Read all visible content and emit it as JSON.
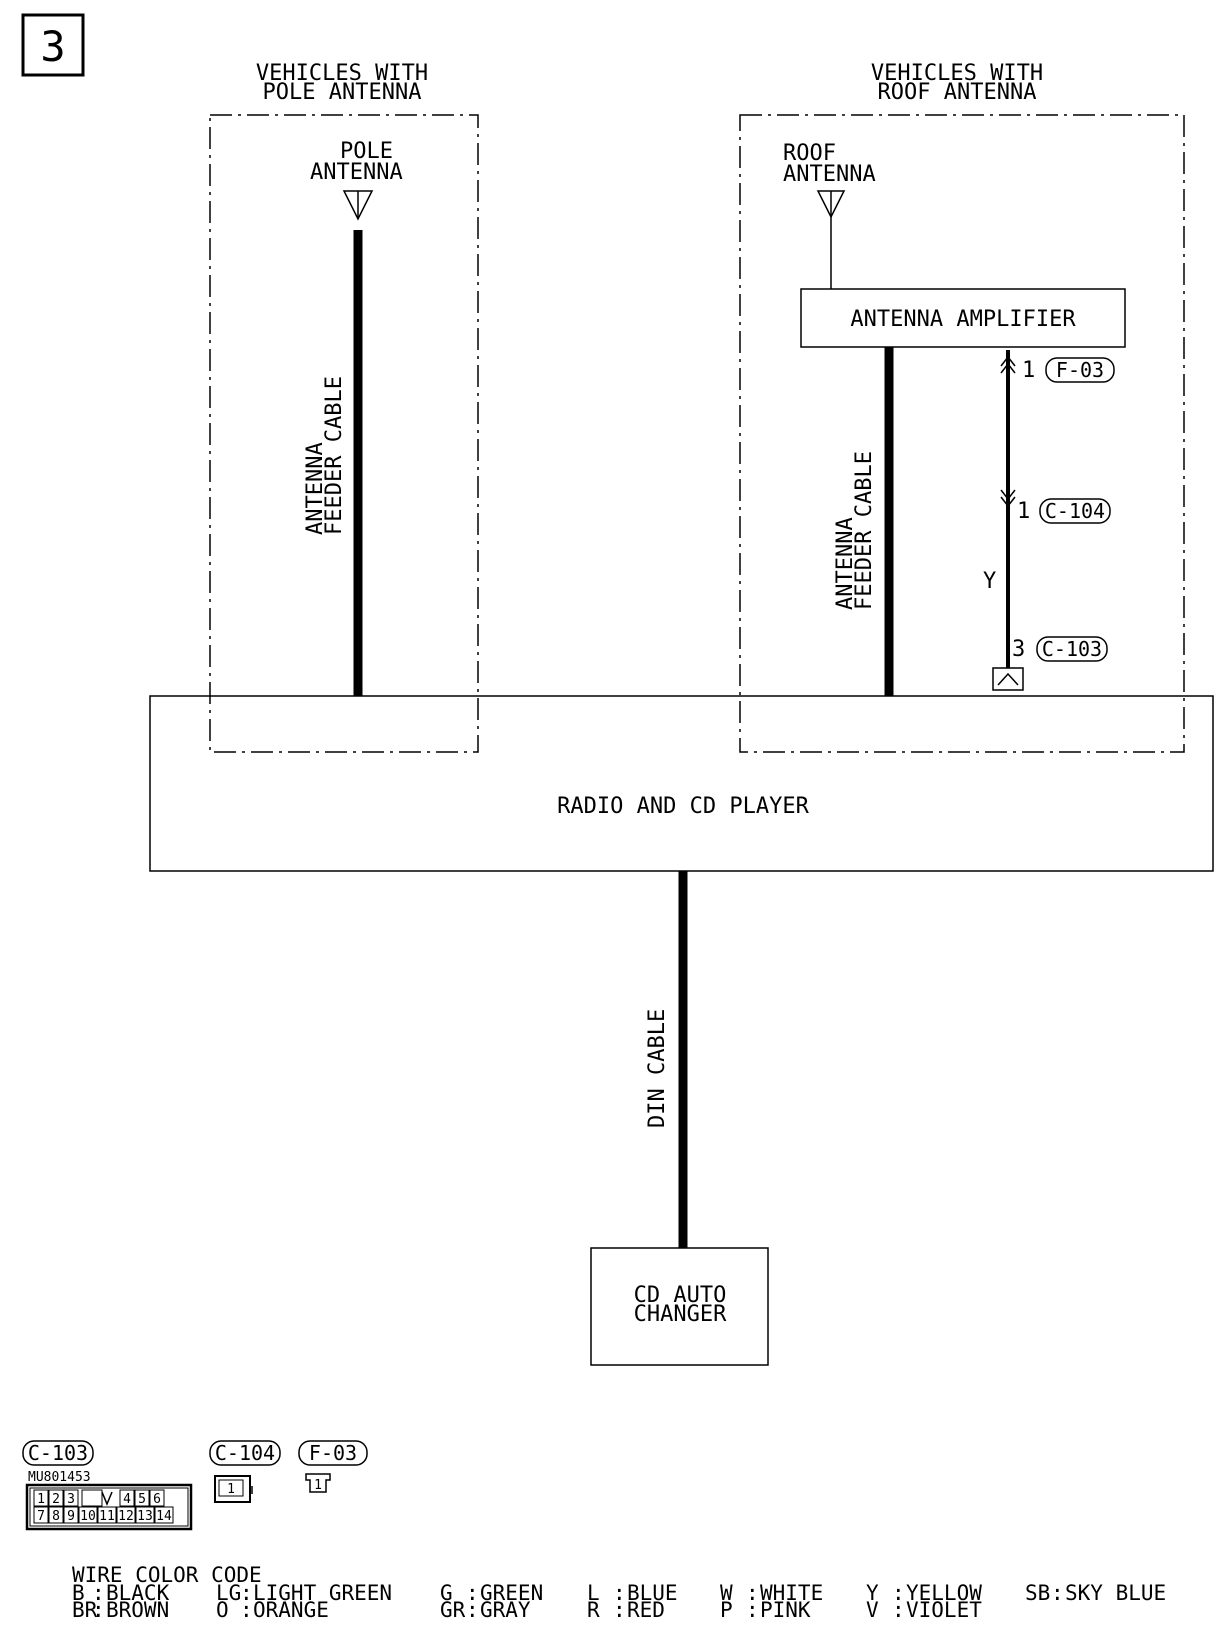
{
  "page_number": "3",
  "variants": {
    "pole": {
      "line1": "VEHICLES WITH",
      "line2": "POLE ANTENNA"
    },
    "roof": {
      "line1": "VEHICLES WITH",
      "line2": "ROOF ANTENNA"
    }
  },
  "components": {
    "pole_antenna": {
      "line1": "POLE",
      "line2": "ANTENNA"
    },
    "roof_antenna": {
      "line1": "ROOF",
      "line2": "ANTENNA"
    },
    "antenna_amplifier": "ANTENNA AMPLIFIER",
    "radio": "RADIO AND CD PLAYER",
    "cd_changer": {
      "line1": "CD AUTO",
      "line2": "CHANGER"
    }
  },
  "cables": {
    "pole_feeder": {
      "line1": "ANTENNA",
      "line2": "FEEDER CABLE"
    },
    "roof_feeder": {
      "line1": "ANTENNA",
      "line2": "FEEDER CABLE"
    },
    "din": "DIN CABLE"
  },
  "wire": {
    "color": "Y",
    "connectors": [
      {
        "pin": "1",
        "id": "F-03"
      },
      {
        "pin": "1",
        "id": "C-104"
      },
      {
        "pin": "3",
        "id": "C-103"
      }
    ]
  },
  "connector_legend": {
    "c103": {
      "id": "C-103",
      "part_number": "MU801453",
      "row1": [
        "1",
        "2",
        "3",
        "4",
        "5",
        "6"
      ],
      "row2": [
        "7",
        "8",
        "9",
        "10",
        "11",
        "12",
        "13",
        "14"
      ]
    },
    "c104": {
      "id": "C-104",
      "pin": "1"
    },
    "f03": {
      "id": "F-03",
      "pin": "1"
    }
  },
  "wire_color_code": {
    "title": "WIRE COLOR CODE",
    "entries": [
      {
        "code": "B",
        "name": "BLACK"
      },
      {
        "code": "BR",
        "name": "BROWN"
      },
      {
        "code": "LG",
        "name": "LIGHT GREEN"
      },
      {
        "code": "O",
        "name": "ORANGE"
      },
      {
        "code": "G",
        "name": "GREEN"
      },
      {
        "code": "GR",
        "name": "GRAY"
      },
      {
        "code": "L",
        "name": "BLUE"
      },
      {
        "code": "R",
        "name": "RED"
      },
      {
        "code": "W",
        "name": "WHITE"
      },
      {
        "code": "P",
        "name": "PINK"
      },
      {
        "code": "Y",
        "name": "YELLOW"
      },
      {
        "code": "V",
        "name": "VIOLET"
      },
      {
        "code": "SB",
        "name": "SKY BLUE"
      }
    ]
  }
}
